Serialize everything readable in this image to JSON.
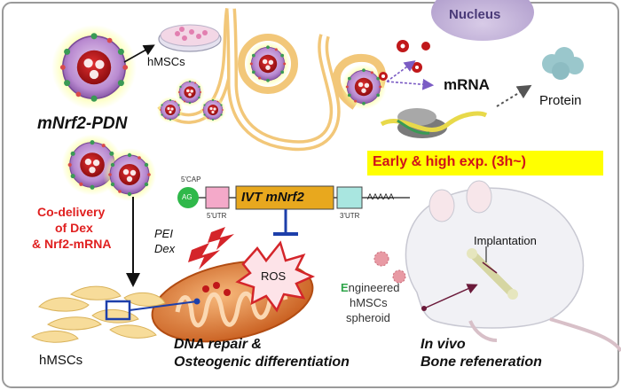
{
  "nucleus_label": "Nucleus",
  "particle_label": "mNrf2-PDN",
  "hmscs_top_label": "hMSCs",
  "mrna_label": "mRNA",
  "protein_label": "Protein",
  "early_exp_label": "Early & high exp. (3h~)",
  "codelivery_lines": [
    "Co-delivery",
    "of Dex",
    "& Nrf2-mRNA"
  ],
  "construct": {
    "cap": "5'CAP",
    "ag": "AG",
    "utr5": "5'UTR",
    "ivt": "IVT mNrf2",
    "utr3": "3'UTR",
    "polya": "AAAAA"
  },
  "pei_label": "PEI",
  "dex_label": "Dex",
  "ros_label": "ROS",
  "implantation_label": "Implantation",
  "engineered_first": "E",
  "engineered_rest": "ngineered",
  "engineered_line2": "hMSCs",
  "engineered_line3": "spheroid",
  "hmscs_bottom_label": "hMSCs",
  "dna_repair_lines": [
    "DNA repair &",
    "Osteogenic differentiation"
  ],
  "invivo_lines": [
    "In vivo",
    "Bone refeneration"
  ],
  "colors": {
    "red_text": "#e02020",
    "yellow_box": "#ffff00",
    "particle_shell": "#c7a0d8",
    "particle_core": "#c0181a",
    "membrane": "#f2c779",
    "ivt_box": "#e8a81e",
    "utr5_box": "#f4a9c9",
    "utr3_box": "#a9e6e0",
    "ag_circle": "#2fb84a",
    "mito": "#e8833a",
    "inhibit": "#1d3faa"
  }
}
